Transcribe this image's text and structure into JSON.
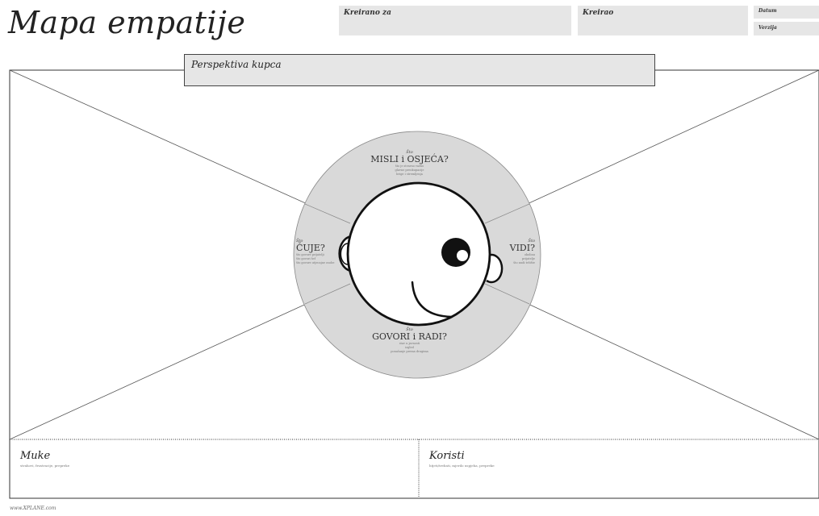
{
  "header": {
    "title": "Mapa empatije",
    "created_for_label": "Kreirano za",
    "created_by_label": "Kreirao",
    "date_label": "Datum",
    "version_label": "Verzija"
  },
  "perspective": {
    "label": "Perspektiva kupca"
  },
  "quadrants": {
    "think_feel": {
      "prefix": "Što",
      "question": "MISLI i OSJEĆA?",
      "hint_lines": [
        "što je stvarno važno",
        "glavne preokupacije",
        "brige i stremljenja"
      ]
    },
    "hear": {
      "prefix": "Što",
      "question": "ČUJE?",
      "hint_lines": [
        "što govore prijatelji",
        "što govori šef",
        "što govore utjecajne osobe"
      ]
    },
    "see": {
      "prefix": "Što",
      "question": "VIDI?",
      "hint_lines": [
        "okolinu",
        "prijatelje",
        "što nudi tržište"
      ]
    },
    "say_do": {
      "prefix": "Što",
      "question": "GOVORI i RADI?",
      "hint_lines": [
        "stav u javnosti",
        "izgled",
        "ponašanje prema drugima"
      ]
    }
  },
  "bottom": {
    "pain": {
      "label": "Muke",
      "desc": "strahovi, frustracije, prepreke"
    },
    "gain": {
      "label": "Koristi",
      "desc": "htjeti/trebati, mjerilo uspjeha, prepreke"
    }
  },
  "footer": {
    "url": "www.XPLANE.com"
  },
  "colors": {
    "field_fill": "#e6e6e6",
    "ring_fill": "#d9d9d9",
    "line": "#333333"
  }
}
